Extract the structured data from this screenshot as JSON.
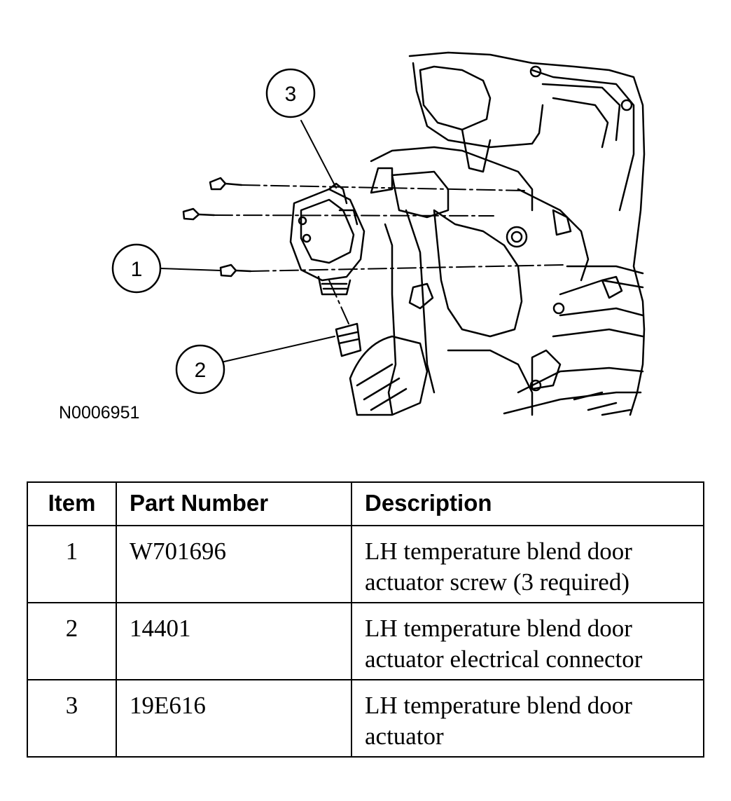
{
  "figure": {
    "id_label": "N0006951",
    "callouts": [
      "1",
      "2",
      "3"
    ]
  },
  "table": {
    "headers": [
      "Item",
      "Part Number",
      "Description"
    ],
    "rows": [
      {
        "item": "1",
        "part_number": "W701696",
        "desc_line1": "LH temperature blend door",
        "desc_line2": "actuator screw (3 required)"
      },
      {
        "item": "2",
        "part_number": "14401",
        "desc_line1": "LH temperature blend door",
        "desc_line2": "actuator electrical connector"
      },
      {
        "item": "3",
        "part_number": "19E616",
        "desc_line1": "LH temperature blend door",
        "desc_line2": "actuator"
      }
    ]
  }
}
